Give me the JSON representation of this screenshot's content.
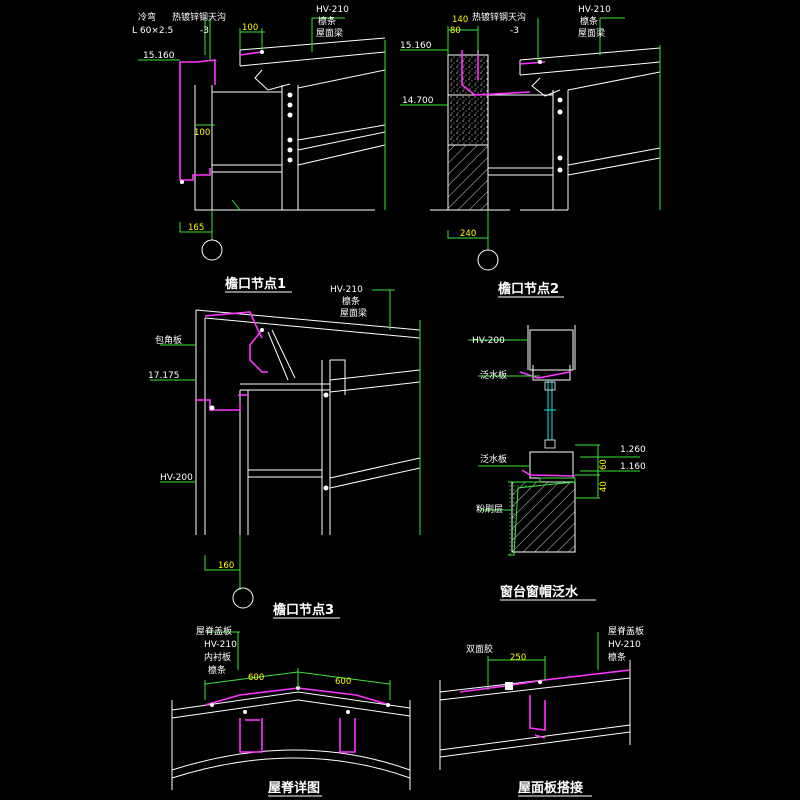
{
  "drawing": {
    "background": "#000000",
    "colors": {
      "line": "#ffffff",
      "dimension_line": "#39e639",
      "flashing": "#ff33ff",
      "glass": "#00e5e5",
      "dimension_text": "#ffff00"
    },
    "details": {
      "eave1": {
        "title": "檐口节点1",
        "labels": {
          "cold_bent": "冷弯",
          "angle": "L 60×2.5",
          "gutter": "热镀锌钢天沟",
          "gutter_thk": "-3",
          "beam": "HV-210",
          "purlin": "檩条",
          "roof_beam": "屋面梁",
          "elevation": "15.160"
        },
        "dims": {
          "d100_top": "100",
          "d100_side": "100",
          "d165": "165"
        }
      },
      "eave2": {
        "title": "檐口节点2",
        "labels": {
          "gutter": "热镀锌钢天沟",
          "gutter_thk": "-3",
          "beam": "HV-210",
          "purlin": "檩条",
          "roof_beam": "屋面梁",
          "elev_top": "15.160",
          "elev_mid": "14.700"
        },
        "dims": {
          "d140": "140",
          "d80": "80",
          "d240": "240"
        }
      },
      "eave3": {
        "title": "檐口节点3",
        "labels": {
          "wrap": "包角板",
          "beam": "HV-210",
          "purlin": "檩条",
          "roof_beam": "屋面梁",
          "elevation": "17.175",
          "column": "HV-200"
        },
        "dims": {
          "d160": "160"
        }
      },
      "sill": {
        "title": "窗台窗帽泛水",
        "labels": {
          "column": "HV-200",
          "flashing_top": "泛水板",
          "flashing_bottom": "泛水板",
          "plaster": "粉刷层",
          "elev_1": "1.260",
          "elev_2": "1.160"
        },
        "dims": {
          "d60": "60",
          "d40": "40"
        }
      },
      "ridge": {
        "title": "屋脊详图",
        "labels": {
          "ridge_cap": "屋脊盖板",
          "beam": "HV-210",
          "inner_lining": "内衬板",
          "purlin": "檩条"
        },
        "dims": {
          "left": "600",
          "right": "600"
        }
      },
      "lap": {
        "title": "屋面板搭接",
        "labels": {
          "sealant": "双面胶",
          "ridge_cap": "屋脊盖板",
          "beam": "HV-210",
          "purlin": "檩条"
        },
        "dims": {
          "lap": "250"
        }
      }
    }
  }
}
